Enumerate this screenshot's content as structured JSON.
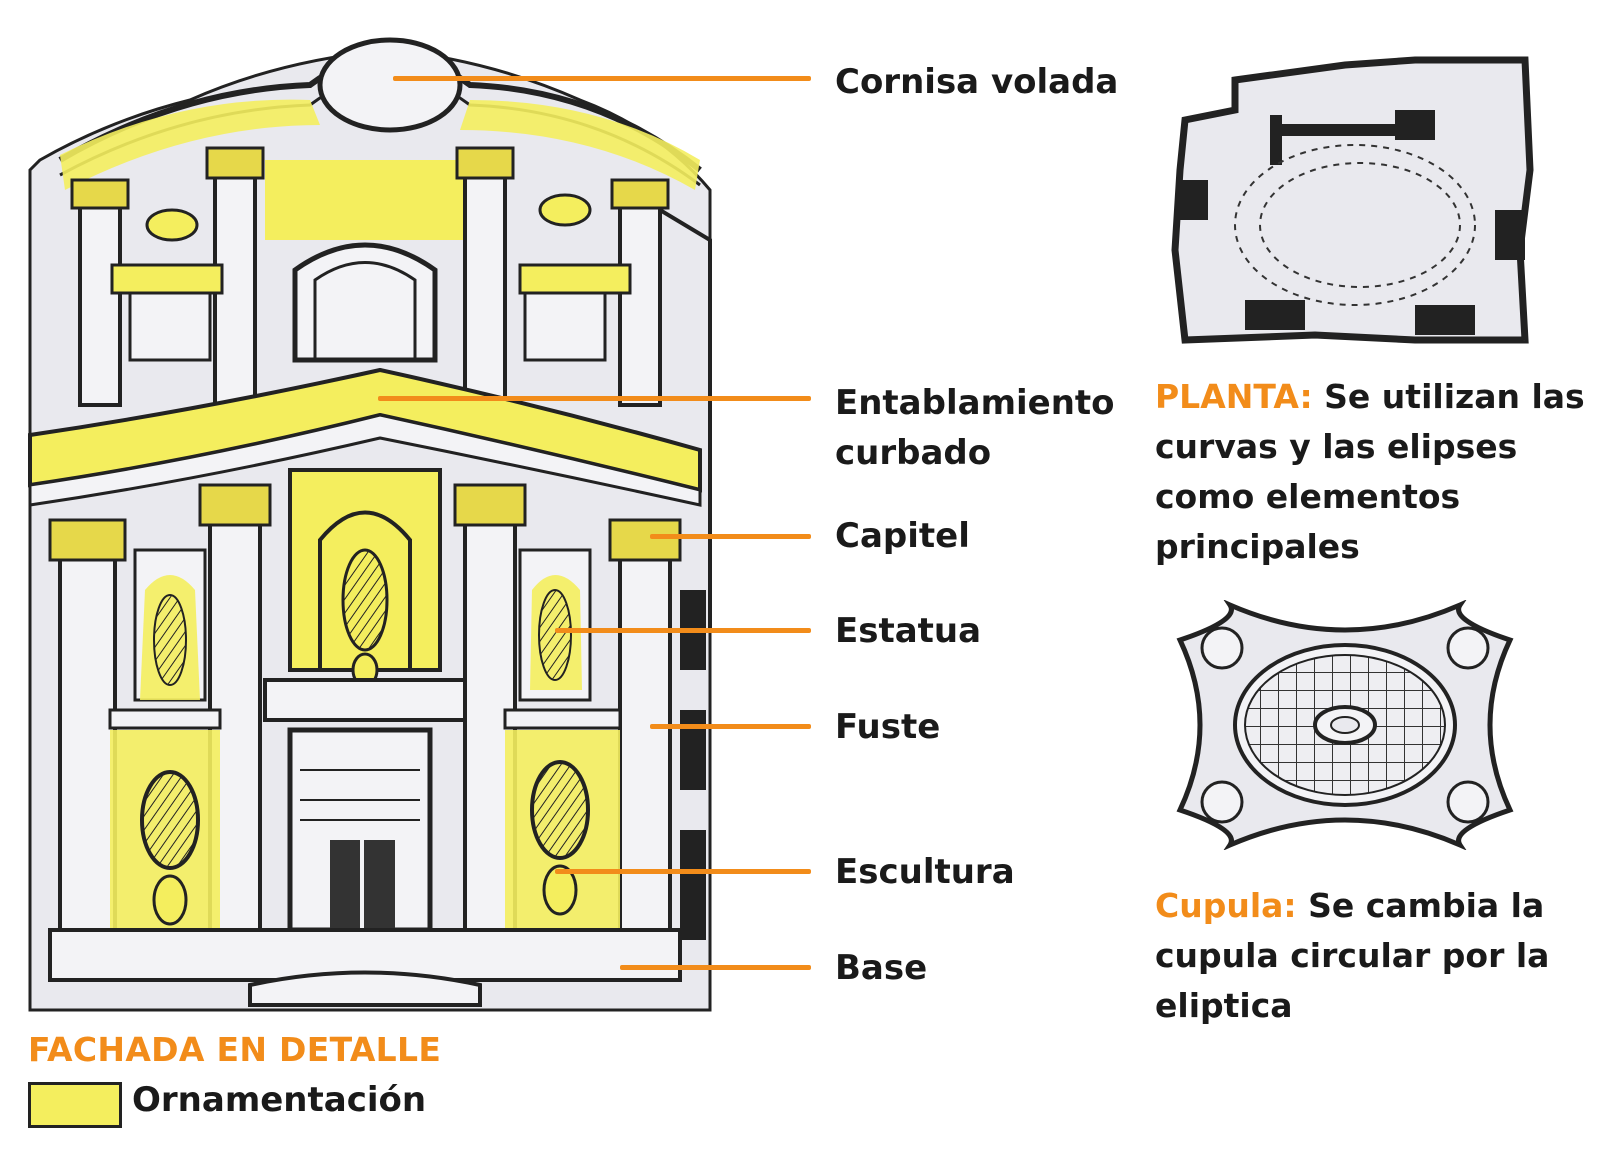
{
  "facade": {
    "caption": "FACHADA EN DETALLE",
    "legend": {
      "label": "Ornamentación",
      "color": "#f4ee5e"
    },
    "labels": {
      "cornisa": "Cornisa volada",
      "entablamento_1": "Entablamiento",
      "entablamento_2": "curbado",
      "capitel": "Capitel",
      "estatua": "Estatua",
      "fuste": "Fuste",
      "escultura": "Escultura",
      "base": "Base"
    }
  },
  "planta": {
    "keyword": "PLANTA:",
    "lines": [
      " Se utilizan las",
      "curvas y las elipses",
      "como elementos",
      "principales"
    ]
  },
  "cupula": {
    "keyword": "Cupula:",
    "lines": [
      " Se cambia la",
      "cupula circular por la",
      "eliptica"
    ]
  },
  "colors": {
    "accent": "#f28c1a",
    "highlight": "#f4ee5e",
    "ink": "#1a1a1a",
    "paper": "#e9e9ee"
  }
}
